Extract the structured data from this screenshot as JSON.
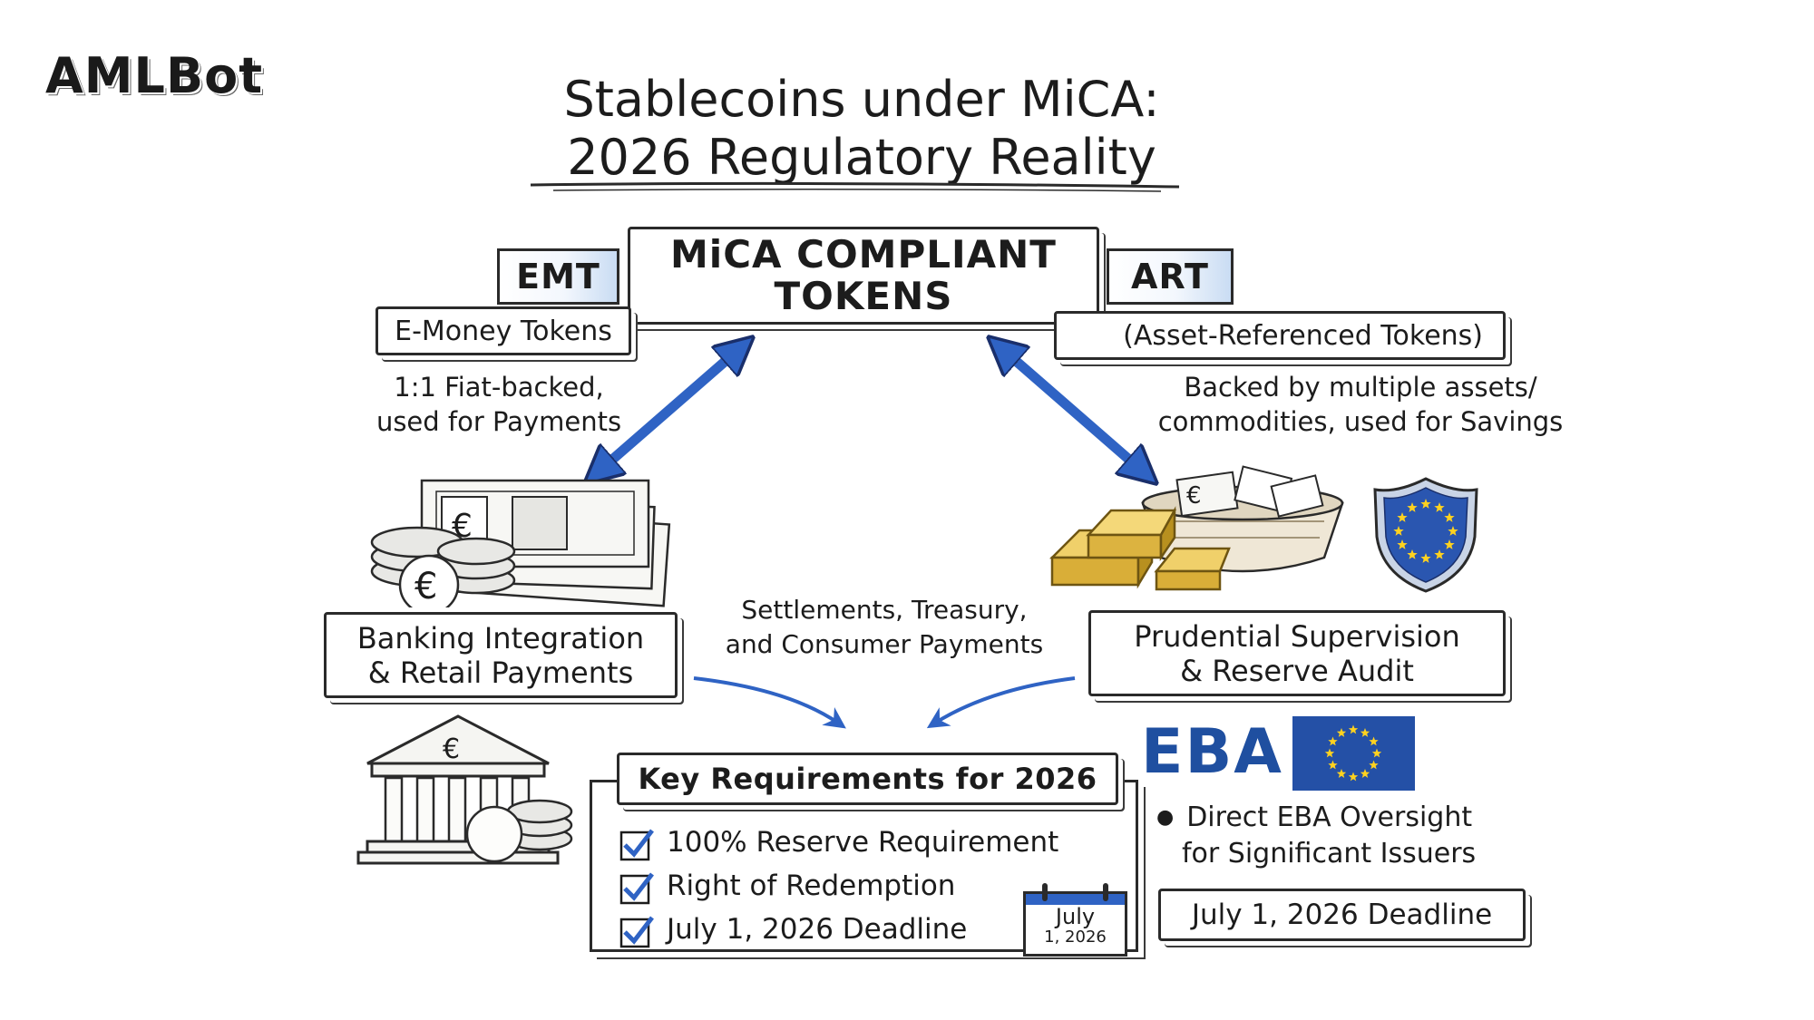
{
  "brand": {
    "logo": "AMLBot"
  },
  "title": {
    "line1": "Stablecoins under MiCA:",
    "line2": "2026 Regulatory Reality"
  },
  "center_box": {
    "line1": "MiCA COMPLIANT",
    "line2": "TOKENS"
  },
  "emt": {
    "tag": "EMT",
    "name": "E-Money Tokens",
    "desc_line1": "1:1 Fiat-backed,",
    "desc_line2": "used for Payments"
  },
  "art": {
    "tag": "ART",
    "name": "(Asset-Referenced Tokens)",
    "desc_line1": "Backed by multiple assets/",
    "desc_line2": "commodities, used for Savings"
  },
  "banking": {
    "line1": "Banking Integration",
    "line2": "& Retail Payments"
  },
  "prudential": {
    "line1": "Prudential Supervision",
    "line2": "& Reserve Audit"
  },
  "settlements": {
    "line1": "Settlements, Treasury,",
    "line2": "and Consumer Payments"
  },
  "requirements": {
    "title": "Key Requirements for 2026",
    "items": [
      "100% Reserve Requirement",
      "Right of Redemption",
      "July 1, 2026 Deadline"
    ],
    "calendar": {
      "month": "July",
      "date": "1, 2026"
    }
  },
  "eba": {
    "logo": "EBA",
    "bullet_line1": "Direct EBA Oversight",
    "bullet_line2": "for Significant Issuers",
    "deadline": "July 1, 2026 Deadline"
  },
  "icons": {
    "euro_symbol": "€",
    "money": "banknotes-coins-icon",
    "bank": "bank-building-icon",
    "gold": "gold-bars-basket-icon",
    "shield": "eu-shield-icon",
    "eu_flag": "eu-flag-icon",
    "calendar": "calendar-icon"
  },
  "colors": {
    "arrow_blue": "#2f63c4",
    "eu_blue": "#2450a6",
    "eu_star": "#ffd21f",
    "eba_text": "#1f4fa0",
    "gold": "#e8c24a",
    "ink": "#1c1c1c"
  }
}
